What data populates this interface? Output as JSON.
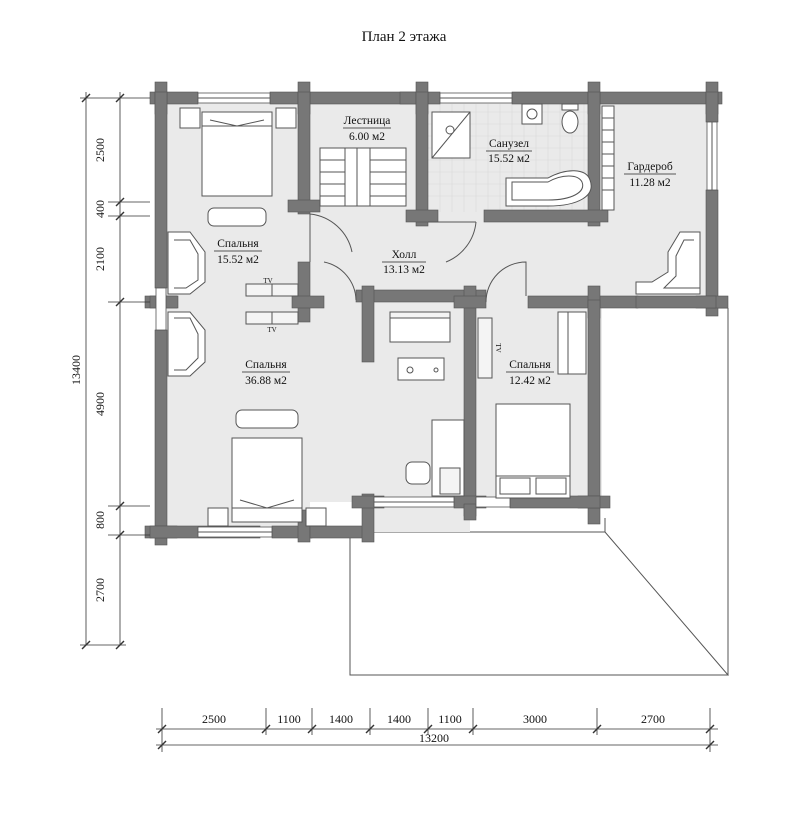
{
  "title": "План 2 этажа",
  "rooms": [
    {
      "name": "Лестница",
      "area": "6.00 м2"
    },
    {
      "name": "Санузел",
      "area": "15.52 м2"
    },
    {
      "name": "Гардероб",
      "area": "11.28 м2"
    },
    {
      "name": "Спальня",
      "area": "15.52 м2"
    },
    {
      "name": "Холл",
      "area": "13.13 м2"
    },
    {
      "name": "Спальня",
      "area": "36.88 м2"
    },
    {
      "name": "Спальня",
      "area": "12.42 м2"
    }
  ],
  "tv_label": "TV",
  "dimensions": {
    "horizontal": [
      "2500",
      "1100",
      "1400",
      "1400",
      "1100",
      "3000",
      "2700"
    ],
    "horizontal_total": "13200",
    "vertical": [
      "2500",
      "400",
      "2100",
      "4900",
      "800",
      "2700"
    ],
    "vertical_total": "13400"
  },
  "colors": {
    "wall": "#777777",
    "floor": "#eaeaea",
    "terrace": "#ffffff"
  }
}
